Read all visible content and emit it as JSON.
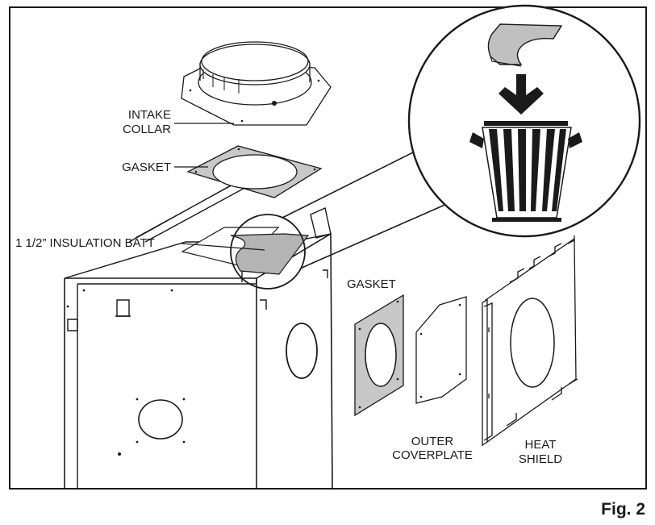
{
  "labels": {
    "intake_collar": [
      "INTAKE",
      "COLLAR"
    ],
    "gasket_top": "GASKET",
    "insulation_batt": "1 1/2” INSULATION BATT",
    "gasket_right": "GASKET",
    "outer_coverplate": [
      "OUTER",
      "COVERPLATE"
    ],
    "heat_shield": [
      "HEAT",
      "SHIELD"
    ],
    "figure_number": "Fig. 2"
  },
  "colors": {
    "line": "#1a1a1a",
    "gasket_fill": "#c8c8c8",
    "batt_fill": "#b4b4b4",
    "background": "#ffffff"
  }
}
